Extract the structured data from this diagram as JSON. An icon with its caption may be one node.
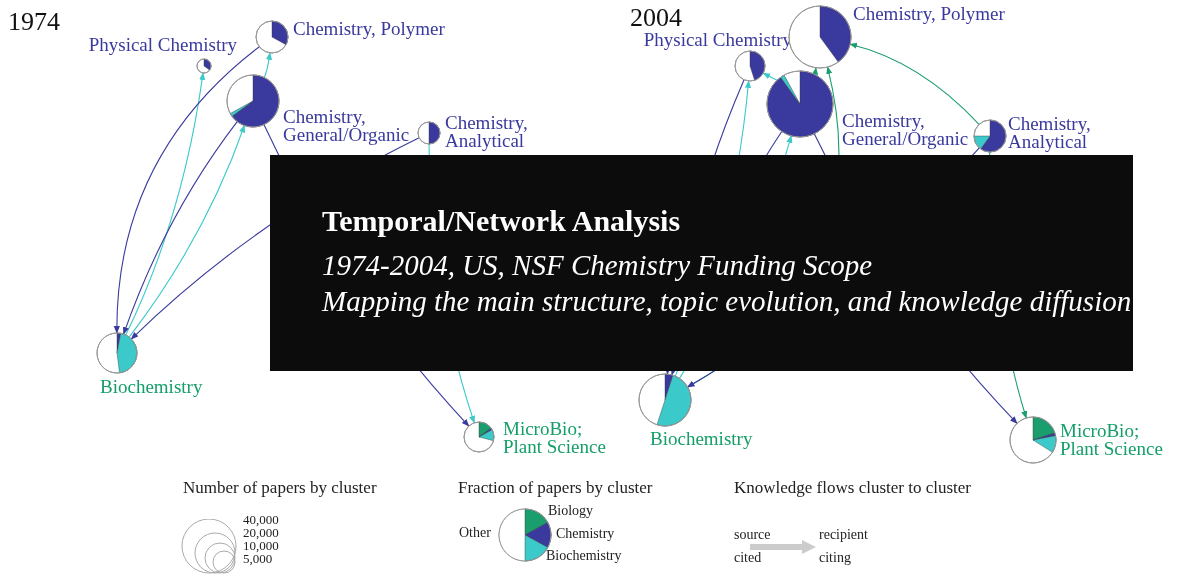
{
  "diagram": {
    "title": "Temporal/Network Analysis",
    "nodes": [
      {
        "text": [
          "Physical Chemistry"
        ]
      },
      {
        "text": [
          "Chemistry, Polymer"
        ]
      },
      {
        "text": [
          "Chemistry, General/Organic"
        ]
      },
      {
        "text": [
          "Chemistry, Analytical"
        ]
      },
      {
        "text": [
          "Biochemistry"
        ]
      },
      {
        "text": [
          "MicroBio; Plant Science"
        ]
      },
      {
        "text": [
          "Physical Chemistry"
        ]
      },
      {
        "text": [
          "Chemistry, Polymer"
        ]
      },
      {
        "text": [
          "Chemistry, General/Organic"
        ]
      },
      {
        "text": [
          "Chemistry, Analytical"
        ]
      },
      {
        "text": [
          "Biochemistry"
        ]
      },
      {
        "text": [
          "MicroBio; Plant Science"
        ]
      }
    ],
    "edges": [
      {
        "from": 4,
        "to": 0,
        "arrow": "to",
        "color": "#3cc9c9"
      },
      {
        "from": 1,
        "to": 4,
        "arrow": "to"
      },
      {
        "from": 2,
        "to": 4,
        "arrow": "to"
      },
      {
        "from": 4,
        "to": 2,
        "arrow": "to",
        "color": "#3cc9c9"
      },
      {
        "from": 2,
        "to": 1,
        "arrow": "to",
        "color": "#3cc9c9"
      },
      {
        "from": 3,
        "to": 4,
        "arrow": "to"
      },
      {
        "from": 2,
        "to": 5,
        "arrow": "to"
      },
      {
        "from": 3,
        "to": 5,
        "arrow": "to",
        "color": "#3cc9c9"
      },
      {
        "from": 8,
        "to": 6,
        "arrow": "to",
        "color": "#3cc9c9"
      },
      {
        "from": 10,
        "to": 6,
        "arrow": "to",
        "color": "#3cc9c9"
      },
      {
        "from": 8,
        "to": 7,
        "arrow": "to",
        "color": "#1a9e6e"
      },
      {
        "from": 10,
        "to": 7,
        "arrow": "to",
        "color": "#1a9e6e"
      },
      {
        "from": 6,
        "to": 10,
        "arrow": "to"
      },
      {
        "from": 8,
        "to": 10,
        "arrow": "to"
      },
      {
        "from": 10,
        "to": 8,
        "arrow": "to",
        "color": "#3cc9c9"
      },
      {
        "from": 9,
        "to": 10,
        "arrow": "to"
      },
      {
        "from": 8,
        "to": 11,
        "arrow": "to"
      },
      {
        "from": 9,
        "to": 7,
        "arrow": "to",
        "color": "#1a9e6e"
      },
      {
        "from": 9,
        "to": 11,
        "arrow": "to",
        "color": "#1a9e6e"
      }
    ],
    "labels": [
      "1974",
      "2004",
      "1974-2004, US, NSF Chemistry Funding Scope",
      "Mapping the main structure, topic evolution, and knowledge diffusion",
      "Number of papers by cluster",
      "40,000",
      "20,000",
      "10,000",
      "5,000",
      "Fraction of papers by cluster",
      "Knowledge flows cluster to cluster",
      "source",
      "recipient",
      "cited",
      "citing"
    ],
    "legend": [
      {
        "text": "Biology",
        "color": "#1a9e6e"
      },
      {
        "text": "Chemistry",
        "color": "#3a3a9e"
      },
      {
        "text": "Biochemistry",
        "color": "#3cc9c9"
      },
      {
        "text": "Other",
        "color": "#ffffff"
      }
    ]
  }
}
